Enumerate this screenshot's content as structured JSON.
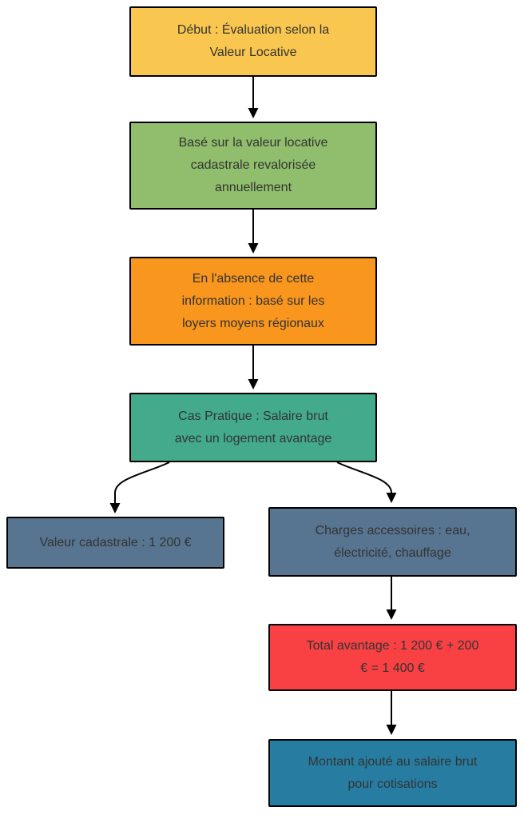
{
  "diagram": {
    "type": "flowchart",
    "background_color": "#ffffff",
    "border_color": "#000000",
    "text_color": "#333333",
    "nodes": [
      {
        "id": "debut",
        "color": "#F9C74F",
        "lines": [
          "Début : Évaluation selon la",
          "Valeur Locative"
        ]
      },
      {
        "id": "base-valeur",
        "color": "#90BE6D",
        "lines": [
          "Basé sur la valeur locative",
          "cadastrale revalorisée",
          "annuellement"
        ]
      },
      {
        "id": "absence-info",
        "color": "#F8961E",
        "lines": [
          "En l'absence de cette",
          "information : basé sur les",
          "loyers moyens régionaux"
        ]
      },
      {
        "id": "cas-pratique",
        "color": "#43AA8B",
        "lines": [
          "Cas Pratique : Salaire brut",
          "avec un logement avantage"
        ]
      },
      {
        "id": "valeur-cadastrale",
        "color": "#577590",
        "lines": [
          "Valeur cadastrale : 1 200 €"
        ]
      },
      {
        "id": "charges-accessoires",
        "color": "#577590",
        "lines": [
          "Charges accessoires : eau,",
          "électricité, chauffage"
        ]
      },
      {
        "id": "total-avantage",
        "color": "#F94144",
        "lines": [
          "Total avantage : 1 200 € + 200",
          "€ = 1 400 €"
        ]
      },
      {
        "id": "montant-ajoute",
        "color": "#277DA1",
        "lines": [
          "Montant ajouté au salaire brut",
          "pour cotisations"
        ]
      }
    ],
    "edges": [
      {
        "from": "debut",
        "to": "base-valeur"
      },
      {
        "from": "base-valeur",
        "to": "absence-info"
      },
      {
        "from": "absence-info",
        "to": "cas-pratique"
      },
      {
        "from": "cas-pratique",
        "to": "valeur-cadastrale"
      },
      {
        "from": "cas-pratique",
        "to": "charges-accessoires"
      },
      {
        "from": "charges-accessoires",
        "to": "total-avantage"
      },
      {
        "from": "total-avantage",
        "to": "montant-ajoute"
      }
    ]
  }
}
